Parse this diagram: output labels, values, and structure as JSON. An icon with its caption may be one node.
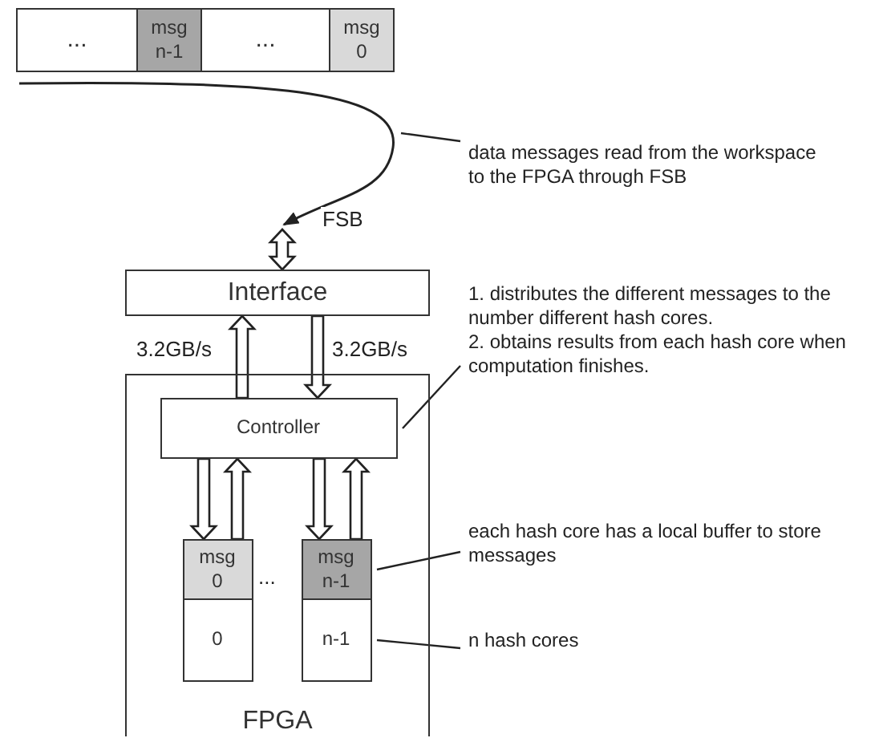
{
  "diagram": {
    "nodes": [
      {
        "text": [
          "..."
        ]
      },
      {
        "text": [
          "msg n-1"
        ]
      },
      {
        "text": [
          "..."
        ]
      },
      {
        "text": [
          "msg 0"
        ]
      },
      {
        "text": [
          "Interface"
        ]
      },
      {
        "text": [
          "FPGA"
        ]
      },
      {
        "text": [
          "Controller"
        ],
        "in": 5
      },
      {
        "text": [
          "msg 0"
        ],
        "in": 5
      },
      {
        "text": [
          "0"
        ],
        "in": 5
      },
      {
        "text": [
          "msg n-1"
        ],
        "in": 5
      },
      {
        "text": [
          "n-1"
        ],
        "in": 5
      },
      {
        "text": [
          "data messages read from the workspace to the FPGA through FSB"
        ]
      },
      {
        "text": [
          "1. distributes the different messages to the number different hash cores.",
          "2. obtains results from each hash core when computation finishes."
        ]
      },
      {
        "text": [
          "each hash core has a local buffer to store messages"
        ]
      },
      {
        "text": [
          "n hash cores"
        ]
      }
    ],
    "edges": [
      {
        "from": 0,
        "to": null,
        "arrow": "to",
        "label": "FSB"
      },
      {
        "from": null,
        "to": 4,
        "arrow": "both"
      },
      {
        "from": 6,
        "to": 4,
        "arrow": "to",
        "label": "3.2GB/s"
      },
      {
        "from": 4,
        "to": 6,
        "arrow": "to",
        "label": "3.2GB/s"
      },
      {
        "from": 6,
        "to": 7,
        "arrow": "to"
      },
      {
        "from": 7,
        "to": 6,
        "arrow": "to"
      },
      {
        "from": 6,
        "to": 9,
        "arrow": "to"
      },
      {
        "from": 9,
        "to": 6,
        "arrow": "to"
      },
      {
        "from": 11,
        "to": null,
        "arrow": "none"
      },
      {
        "from": 12,
        "to": 6,
        "arrow": "none"
      },
      {
        "from": 13,
        "to": 9,
        "arrow": "none"
      },
      {
        "from": 14,
        "to": 10,
        "arrow": "none"
      }
    ],
    "labels": [
      "..."
    ]
  }
}
